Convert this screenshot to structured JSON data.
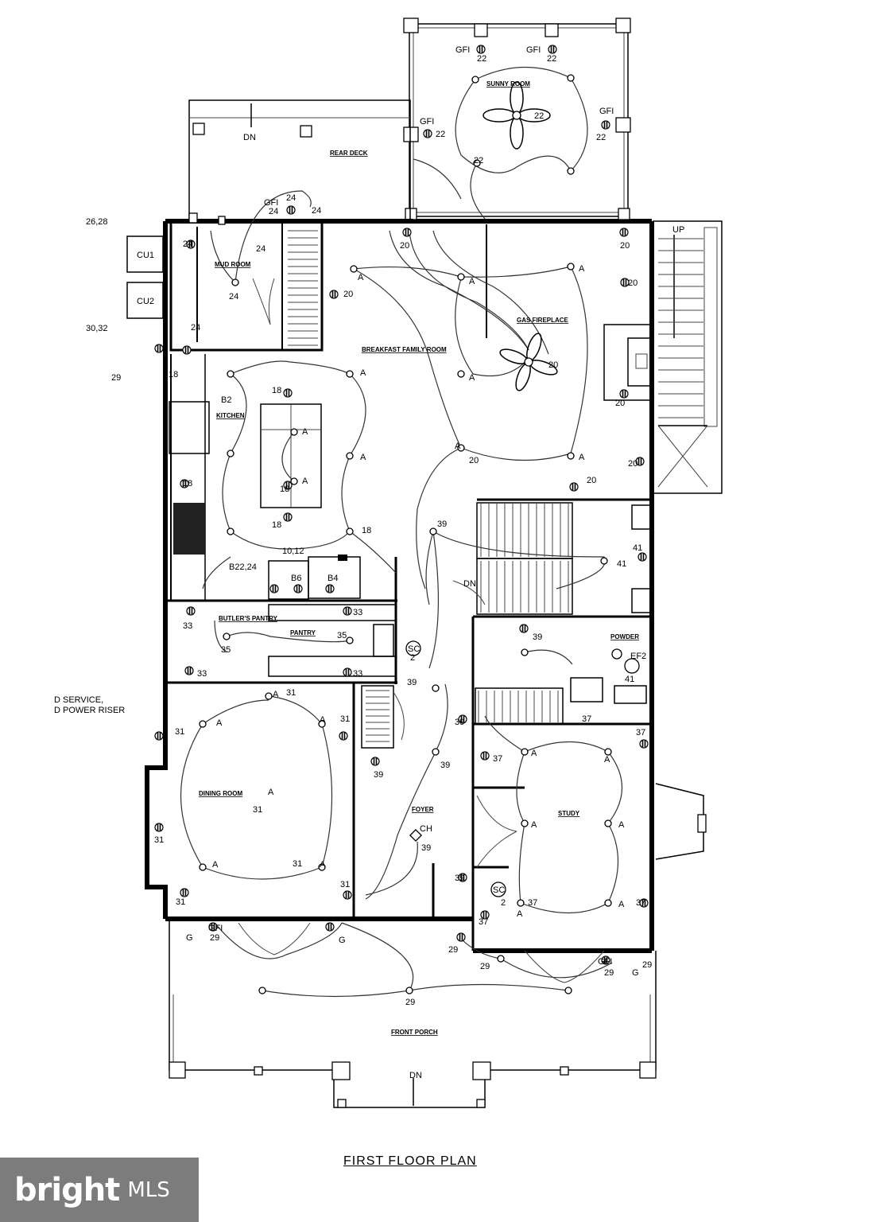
{
  "plan_title": "FIRST FLOOR PLAN",
  "service_note": {
    "line1": "D SERVICE,",
    "line2": "D POWER RISER"
  },
  "watermark": {
    "main": "bright",
    "sub": "MLS"
  },
  "rooms": {
    "sunroom": "SUNNY ROOM",
    "deck": "REAR DECK",
    "mudroom": "MUD ROOM",
    "family_room": "BREAKFAST FAMILY ROOM",
    "fireplace": "GAS FIREPLACE",
    "kitchen": "KITCHEN",
    "pantry": "BUTLER'S PANTRY",
    "powder": "POWDER",
    "pantry2": "PANTRY",
    "dining": "DINING ROOM",
    "foyer": "FOYER",
    "study": "STUDY",
    "porch": "FRONT PORCH"
  },
  "labels": {
    "cu1": "CU1",
    "cu2": "CU2",
    "c2628": "26,28",
    "c3032": "30,32",
    "c29a": "29",
    "gfi": "GFI",
    "n22": "22",
    "n24": "24",
    "n20": "20",
    "n18": "18",
    "b2": "B2",
    "b6": "B6",
    "b4": "B4",
    "b22": "B22,24",
    "c1012": "10,12",
    "n33": "33",
    "n35": "35",
    "n31": "31",
    "n39": "39",
    "n37": "37",
    "n41": "41",
    "ef2": "EF2",
    "sc": "SC",
    "two": "2",
    "ch": "CH",
    "a": "A",
    "g": "G",
    "n29": "29",
    "dn": "DN",
    "up": "UP"
  }
}
